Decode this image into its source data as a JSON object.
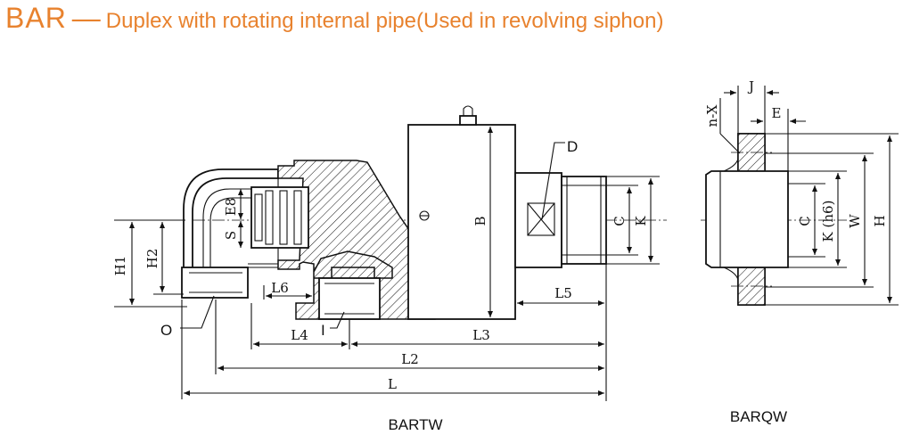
{
  "header": {
    "code": "BAR",
    "dash": "—",
    "description": "Duplex with rotating internal pipe(Used in revolving siphon)",
    "color": "#e8822e"
  },
  "views": {
    "bartw": {
      "caption": "BARTW",
      "dims": {
        "L": "L",
        "L2": "L2",
        "L3": "L3",
        "L4": "L4",
        "L5": "L5",
        "L6": "L6",
        "H1": "H1",
        "H2": "H2",
        "B": "B",
        "C": "C",
        "K": "K",
        "S": "S",
        "E8": "E8"
      },
      "callouts": {
        "D": "D",
        "O": "O",
        "I": "I"
      }
    },
    "barqw": {
      "caption": "BARQW",
      "dims": {
        "J": "J",
        "E": "E",
        "nX": "n-X",
        "C": "C",
        "Kh6": "K (h6)",
        "W": "W",
        "H": "H"
      }
    }
  }
}
